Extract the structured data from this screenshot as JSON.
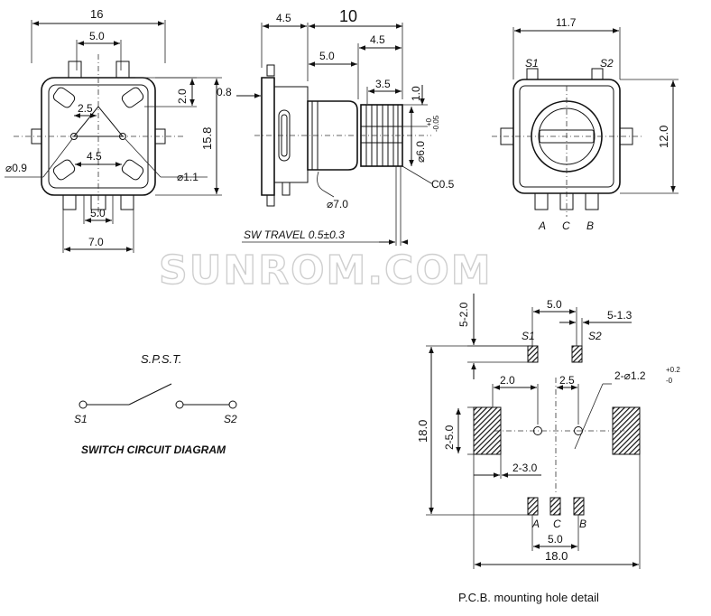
{
  "front": {
    "w16": "16",
    "w5": "5.0",
    "s25": "2.5",
    "s45": "4.5",
    "bot5": "5.0",
    "bot7": "7.0",
    "h20": "2.0",
    "h158": "15.8",
    "d09": "⌀0.9",
    "d11": "⌀1.1"
  },
  "side": {
    "d45": "4.5",
    "d10": "10",
    "d5": "5.0",
    "d45b": "4.5",
    "d35": "3.5",
    "d08": "0.8",
    "d10v": "1.0",
    "shaft": "⌀6.0",
    "tol_up": "+0",
    "tol_dn": "-0.05",
    "d7": "⌀7.0",
    "c05": "C0.5",
    "travel": "SW TRAVEL 0.5±0.3"
  },
  "rear": {
    "w117": "11.7",
    "h12": "12.0",
    "s1": "S1",
    "s2": "S2",
    "a": "A",
    "c": "C",
    "b": "B"
  },
  "watermark": "SUNROM.COM",
  "circuit": {
    "title": "S.P.S.T.",
    "s1": "S1",
    "s2": "S2",
    "caption": "SWITCH CIRCUIT DIAGRAM"
  },
  "pcb": {
    "d52": "5-2.0",
    "d5": "5.0",
    "d513": "5-1.3",
    "s1": "S1",
    "s2": "S2",
    "d20": "2.0",
    "d25": "2.5",
    "hole": "2-⌀1.2",
    "hole_up": "+0.2",
    "hole_dn": "-0",
    "h18": "18.0",
    "h25": "2-5.0",
    "h23": "2-3.0",
    "a": "A",
    "c": "C",
    "b": "B",
    "b5": "5.0",
    "b18": "18.0",
    "caption": "P.C.B.  mounting hole detail"
  }
}
